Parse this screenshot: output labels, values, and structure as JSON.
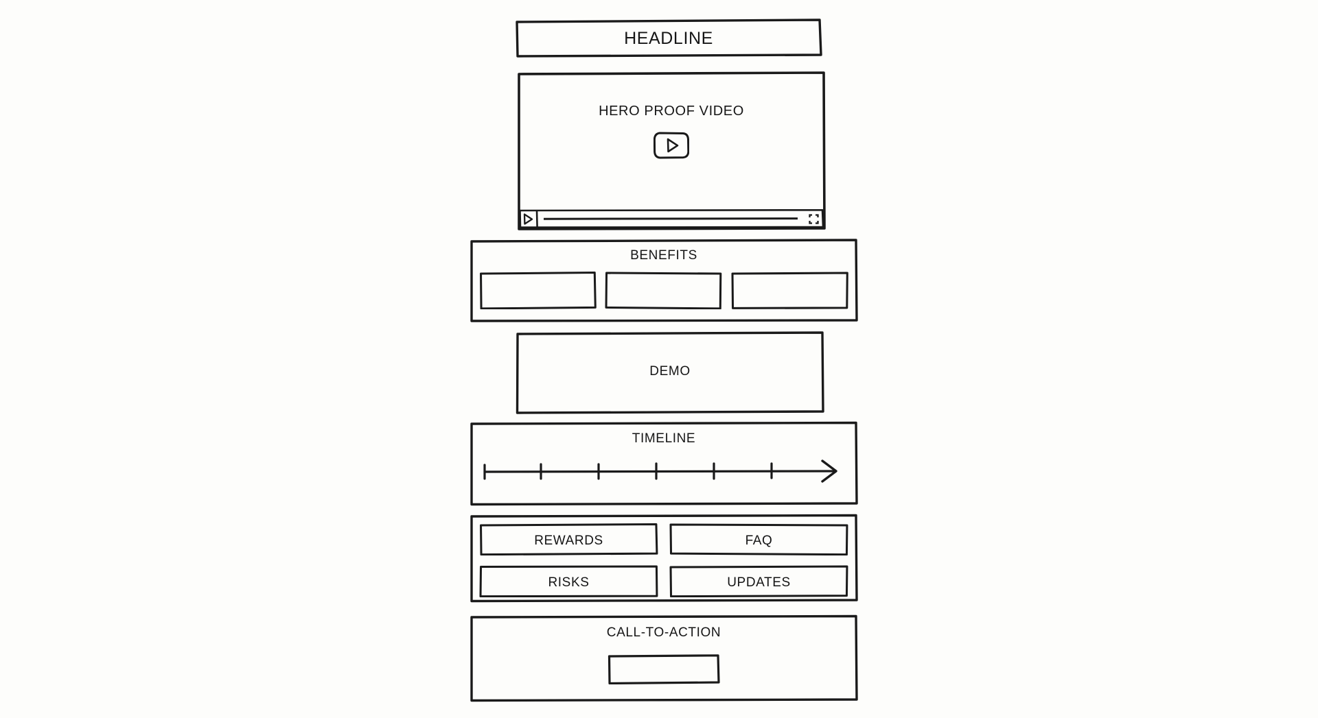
{
  "page": {
    "kind": "landing-page-wireframe",
    "background_color": "#fdfdfb",
    "ink_color": "#1a1a1a"
  },
  "headline": {
    "label": "HEADLINE"
  },
  "hero_video": {
    "title": "HERO PROOF VIDEO",
    "play_badge_icon": "play-badge-icon",
    "controls": {
      "play_icon": "play-icon",
      "progress_bar": "progress-bar",
      "progress_percent": 100,
      "fullscreen_icon": "fullscreen-icon"
    }
  },
  "benefits": {
    "label": "BENEFITS",
    "cards": [
      {
        "label": ""
      },
      {
        "label": ""
      },
      {
        "label": ""
      }
    ]
  },
  "demo": {
    "label": "DEMO"
  },
  "timeline": {
    "label": "TIMELINE",
    "tick_count": 6,
    "arrow_icon": "arrow-right-icon"
  },
  "links": {
    "tiles": [
      {
        "label": "REWARDS"
      },
      {
        "label": "FAQ"
      },
      {
        "label": "RISKS"
      },
      {
        "label": "UPDATES"
      }
    ]
  },
  "cta": {
    "label": "CALL-TO-ACTION",
    "button_label": ""
  }
}
